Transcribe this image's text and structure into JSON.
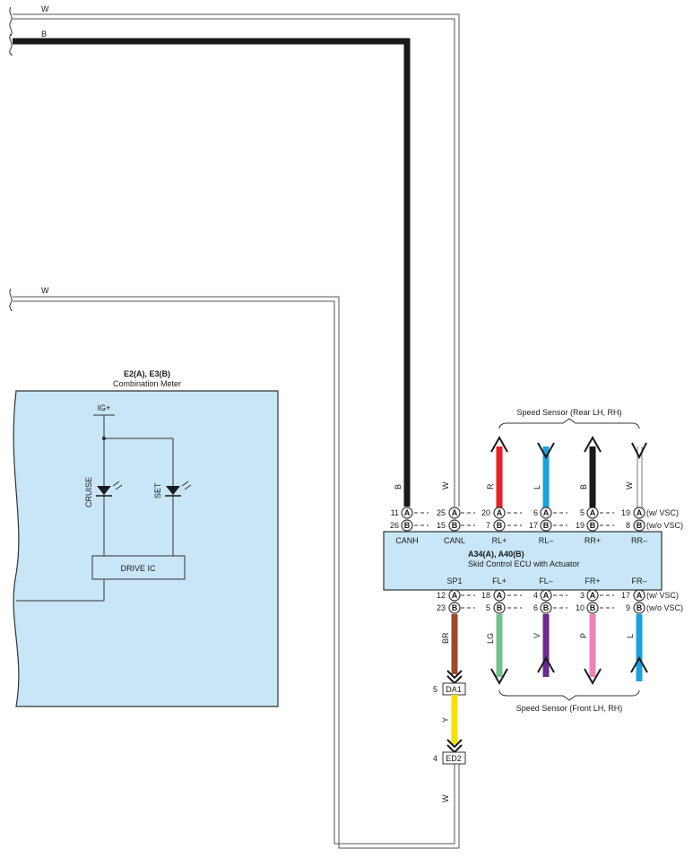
{
  "wires_top": {
    "w1": "W",
    "b1": "B",
    "w2": "W"
  },
  "meter": {
    "title": "E2(A), E3(B)",
    "subtitle": "Combination Meter",
    "ig": "IG+",
    "cruise": "CRUISE",
    "set": "SET",
    "drive_ic": "DRIVE IC"
  },
  "ecu": {
    "title": "A34(A), A40(B)",
    "subtitle": "Skid Control ECU with Actuator",
    "top_terms": [
      "CANH",
      "CANL",
      "RL+",
      "RL–",
      "RR+",
      "RR–"
    ],
    "bottom_terms": [
      "SP1",
      "FL+",
      "FL–",
      "FR+",
      "FR–"
    ]
  },
  "rear_sensor_label": "Speed Sensor (Rear LH,  RH)",
  "front_sensor_label": "Speed Sensor (Front LH,  RH)",
  "top_rows": {
    "row_a": [
      {
        "left": "11",
        "right": "25"
      },
      {
        "left": "20",
        "right": "6"
      },
      {
        "left": "5",
        "right": "19"
      }
    ],
    "row_b": [
      {
        "left": "26",
        "right": "15"
      },
      {
        "left": "7",
        "right": "17"
      },
      {
        "left": "19",
        "right": "8"
      }
    ],
    "note_a": "(w/ VSC)",
    "note_b": "(w/o VSC)"
  },
  "bottom_rows": {
    "row_a": [
      {
        "left": "12",
        "right": "18"
      },
      {
        "left": "4",
        "right": "3"
      },
      {
        "left": "",
        "right": "17"
      }
    ],
    "row_b": [
      {
        "left": "23",
        "right": "5"
      },
      {
        "left": "6",
        "right": "10"
      },
      {
        "left": "",
        "right": "9"
      }
    ],
    "note_a": "(w/ VSC)",
    "note_b": "(w/o VSC)"
  },
  "wire_colors_top": [
    "B",
    "W",
    "R",
    "L",
    "B",
    "W"
  ],
  "wire_colors_bottom": [
    "BR",
    "LG",
    "V",
    "P",
    "L"
  ],
  "connectors": {
    "da1": "DA1",
    "da1_pin": "5",
    "ed2": "ED2",
    "ed2_pin": "4",
    "y": "Y",
    "w_bottom": "W"
  },
  "circle_a": "A",
  "circle_b": "B",
  "colors": {
    "meter_fill": "#c8e6f7",
    "ecu_fill": "#c8e6f7",
    "black": "#1a1a1a",
    "red": "#e8202a",
    "blue": "#1aa2de",
    "brown": "#9c4a2a",
    "lightgreen": "#72c18a",
    "violet": "#6a2a8e",
    "pink": "#ee82b0",
    "yellow": "#f5e200"
  }
}
